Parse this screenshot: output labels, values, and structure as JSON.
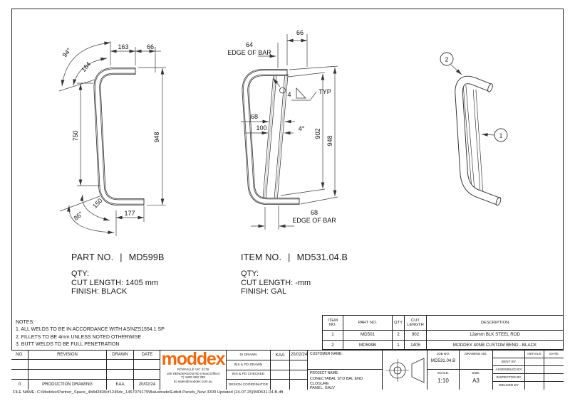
{
  "views": {
    "front": {
      "angle_top": "94°",
      "bend_radius": "164",
      "top_run": "163",
      "top_offset": "66",
      "leg_length": "750",
      "overall_height": "948",
      "bottom_radius": "150",
      "angle_bottom": "86°",
      "bottom_run": "177"
    },
    "assembly": {
      "top_offset": "66",
      "edge_top": "64",
      "edge_label": "EDGE OF BAR",
      "weld_size": "4",
      "weld_note": "TYP",
      "rod_gap": "68",
      "rod_span": "100",
      "rod_angle": "4°",
      "rod_height": "902",
      "overall_height": "948",
      "edge_bottom": "68"
    },
    "iso": {
      "balloon_rod": "1",
      "balloon_bend": "2"
    }
  },
  "part_block": {
    "label": "PART NO.",
    "pipe": "|",
    "value": "MD599B",
    "qty": "QTY:",
    "cut_length": "CUT LENGTH: 1405 mm",
    "finish": "FINISH: BLACK"
  },
  "item_block": {
    "label": "ITEM NO.",
    "pipe": "|",
    "value": "MD531.04.B",
    "qty": "QTY:",
    "cut_length": "CUT LENGTH: -mm",
    "finish": "FINISH: GAL"
  },
  "notes": {
    "title": "NOTES:",
    "l1": "1. ALL WELDS TO BE IN ACCORDANCE WITH AS/NZS1554.1 SP",
    "l2": "2. FILLETS TO BE 4mm UNLESS NOTED OTHERWISE",
    "l3": "3. BUTT WELDS TO BE FULL PENETRATION"
  },
  "bom": {
    "h_item": "ITEM\nNO.",
    "h_part": "PART NO.",
    "h_qty": "QTY",
    "h_cut": "CUT\nLENGTH",
    "h_desc": "DESCRIPTION",
    "rows": [
      [
        "1",
        "MD501",
        "2",
        "902",
        "12ømm BLK STEEL ROD"
      ],
      [
        "2",
        "MD599B",
        "1",
        "1405",
        "MODDEX 40NB CUSTOM BEND - BLACK"
      ]
    ]
  },
  "revision": {
    "h_no": "NO.",
    "h_rev": "REVISION",
    "h_drawn": "DRAWN",
    "h_date": "DATE",
    "no": "0",
    "rev": "PRODUCTION DRAWING",
    "drawn": "KAA",
    "date": "20/02/24"
  },
  "brand": {
    "logo": "moddex",
    "logo_color": "#ec690f",
    "address1": "ROWVILLE VIC 3178",
    "address2": "100 HENDERSON RD (Head Office)",
    "address3": "T) 1800 663 339",
    "address4": "E) sales@moddex.com.au"
  },
  "signoff": {
    "r1": "DI DRAWN",
    "r1_initials": "KAA",
    "r1_date": "20/02/24",
    "r2": "INS & PD DRAWN",
    "r3": "INS & PD CHECKED",
    "r4": "DESIGN COORDINATOR"
  },
  "info": {
    "customer_label": "CUSTOMER NAME:",
    "project_label": "PROJECT NAME:",
    "project_line1": "CONECTABAL STD BAL END CLOSURE",
    "project_line2": "PANEL, GALV",
    "job_label": "JOB NO.",
    "job_value": "MD531.04.B",
    "drawing_label": "DRAWING NO.",
    "scale_label": "SCALE.",
    "scale_value": "1:10",
    "size_label": "SIZE.",
    "size_value": "A3"
  },
  "qa": {
    "h_initials": "INITIALS",
    "h_date": "DATE",
    "r1": "BENT BY",
    "r2": "ASSEMBLED BY",
    "r3": "INSPECTED BY",
    "r4": "WELDED BY"
  },
  "footer": {
    "file_name": "FILE NAME: C:\\Moddex\\Partner_Space_4b8d2830cf1245dc_1467079179\\Balustrade\\Ezibilt Panels_New 3300 Updated (24-07-25)\\MD531.04.B.dft"
  }
}
